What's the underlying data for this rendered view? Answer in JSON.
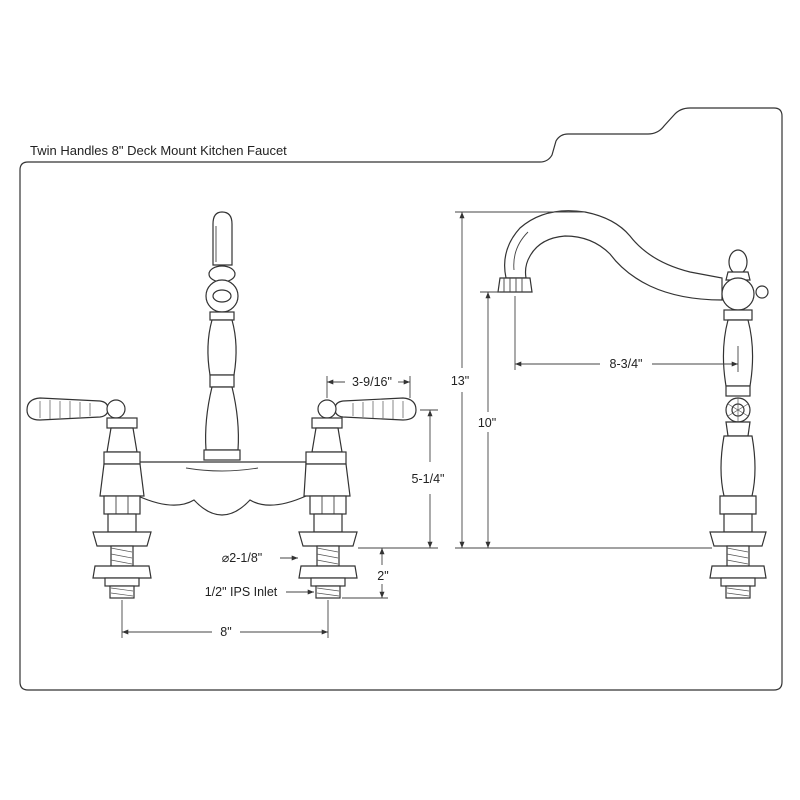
{
  "title": "Twin Handles 8\" Deck Mount Kitchen Faucet",
  "dimensions": {
    "handle_offset": "3-9/16\"",
    "handle_height": "5-1/4\"",
    "base_diameter": "2-1/8\"",
    "inlet_length": "2\"",
    "inlet": "1/2\" IPS Inlet",
    "spread": "8\"",
    "overall_height": "13\"",
    "spout_height": "10\"",
    "spout_reach": "8-3/4\""
  },
  "icons": {
    "diameter_symbol": "⌀"
  }
}
